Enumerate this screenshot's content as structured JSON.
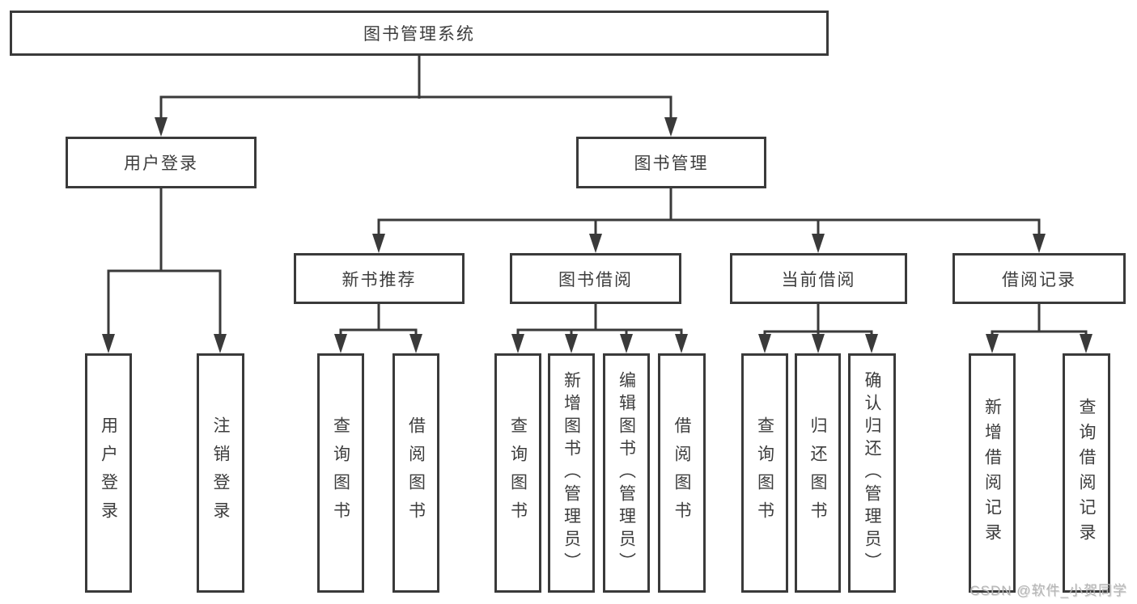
{
  "root": {
    "label": "图书管理系统"
  },
  "level2": [
    {
      "label": "用户登录",
      "parent": "图书管理系统"
    },
    {
      "label": "图书管理",
      "parent": "图书管理系统"
    }
  ],
  "level3": [
    {
      "label": "新书推荐",
      "parent": "图书管理"
    },
    {
      "label": "图书借阅",
      "parent": "图书管理"
    },
    {
      "label": "当前借阅",
      "parent": "图书管理"
    },
    {
      "label": "借阅记录",
      "parent": "图书管理"
    }
  ],
  "leaves": [
    {
      "label": "用户登录",
      "parent": "用户登录"
    },
    {
      "label": "注销登录",
      "parent": "用户登录"
    },
    {
      "label": "查询图书",
      "parent": "新书推荐"
    },
    {
      "label": "借阅图书",
      "parent": "新书推荐"
    },
    {
      "label": "查询图书",
      "parent": "图书借阅"
    },
    {
      "label": "新增图书（管理员）",
      "parent": "图书借阅"
    },
    {
      "label": "编辑图书（管理员）",
      "parent": "图书借阅"
    },
    {
      "label": "借阅图书",
      "parent": "图书借阅"
    },
    {
      "label": "查询图书",
      "parent": "当前借阅"
    },
    {
      "label": "归还图书",
      "parent": "当前借阅"
    },
    {
      "label": "确认归还（管理员）",
      "parent": "当前借阅"
    },
    {
      "label": "新增借阅记录",
      "parent": "借阅记录"
    },
    {
      "label": "查询借阅记录",
      "parent": "借阅记录"
    }
  ],
  "watermark": {
    "text": "CSDN @软件_小贺同学"
  },
  "colors": {
    "line": "#3a3a3a",
    "text": "#3d3d3d",
    "watermark": "#b5b5b5",
    "background": "#ffffff"
  }
}
